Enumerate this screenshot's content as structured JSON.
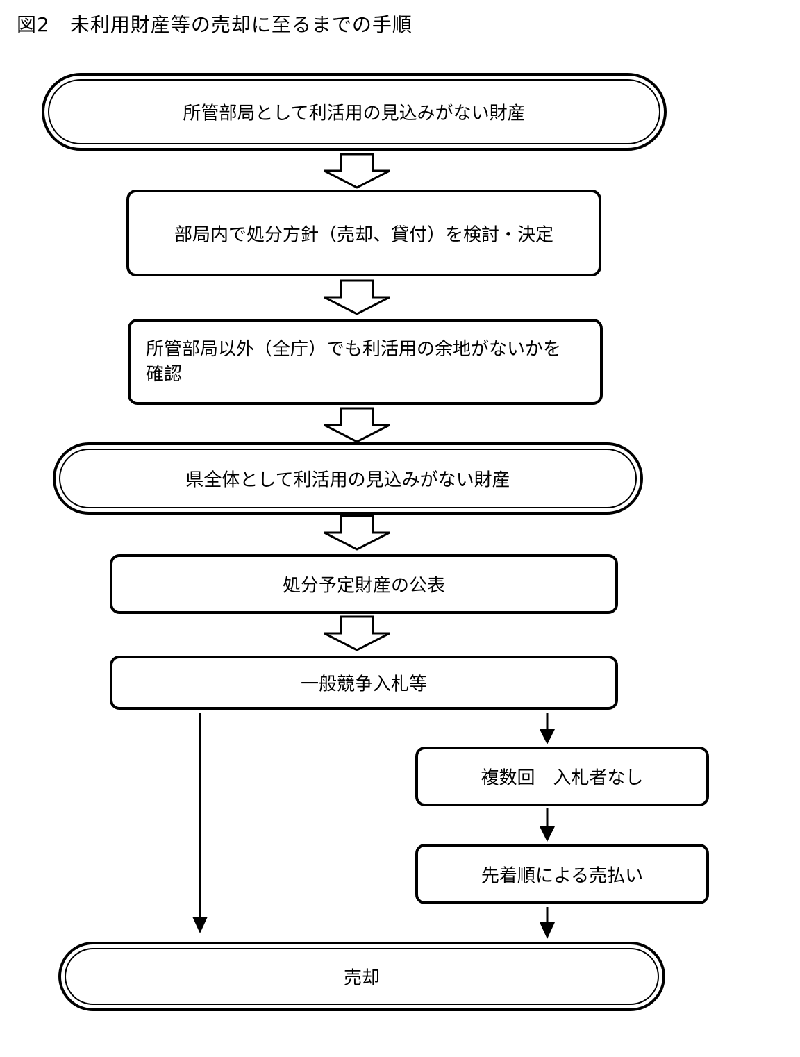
{
  "title": "図2　未利用財産等の売却に至るまでの手順",
  "steps": {
    "s1": "所管部局として利活用の見込みがない財産",
    "s2": "部局内で処分方針（売却、貸付）を検討・決定",
    "s3_line1": "所管部局以外（全庁）でも利活用の余地がないかを",
    "s3_line2": "確認",
    "s4": "県全体として利活用の見込みがない財産",
    "s5": "処分予定財産の公表",
    "s6": "一般競争入札等",
    "s7": "複数回　入札者なし",
    "s8": "先着順による売払い",
    "s9": "売却"
  }
}
